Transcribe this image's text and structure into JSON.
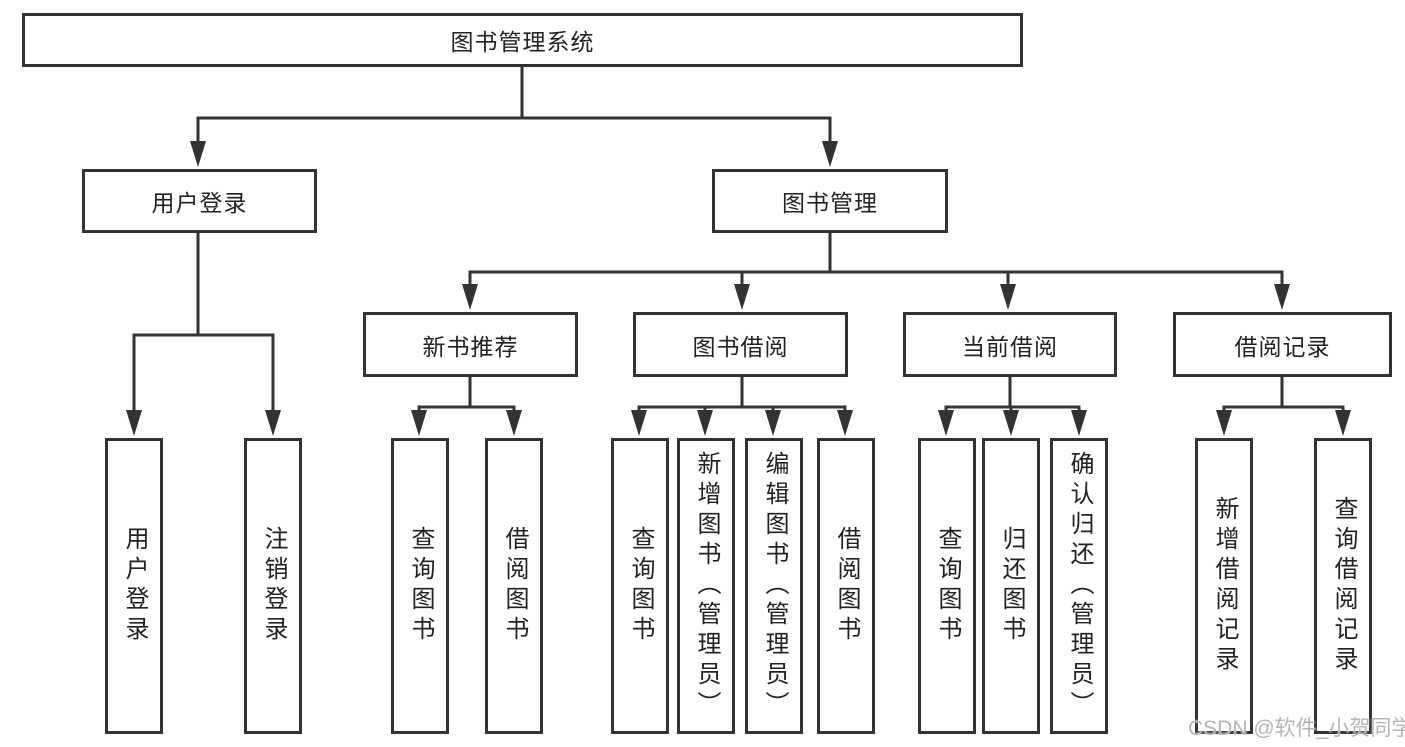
{
  "diagram": {
    "root": {
      "label": "图书管理系统"
    },
    "level2": [
      {
        "label": "用户登录"
      },
      {
        "label": "图书管理"
      }
    ],
    "level3": [
      {
        "label": "新书推荐"
      },
      {
        "label": "图书借阅"
      },
      {
        "label": "当前借阅"
      },
      {
        "label": "借阅记录"
      }
    ],
    "leaves": [
      {
        "label": "用户登录"
      },
      {
        "label": "注销登录"
      },
      {
        "label": "查询图书"
      },
      {
        "label": "借阅图书"
      },
      {
        "label": "查询图书"
      },
      {
        "label": "新增图书（管理员）"
      },
      {
        "label": "编辑图书（管理员）"
      },
      {
        "label": "借阅图书"
      },
      {
        "label": "查询图书"
      },
      {
        "label": "归还图书"
      },
      {
        "label": "确认归还（管理员）"
      },
      {
        "label": "新增借阅记录"
      },
      {
        "label": "查询借阅记录"
      }
    ]
  },
  "watermark": {
    "text": "CSDN @软件_小贺同学"
  },
  "colors": {
    "line": "#333333",
    "border": "#333333",
    "text": "#222222",
    "watermark": "#b5b5b5",
    "background": "#ffffff"
  }
}
